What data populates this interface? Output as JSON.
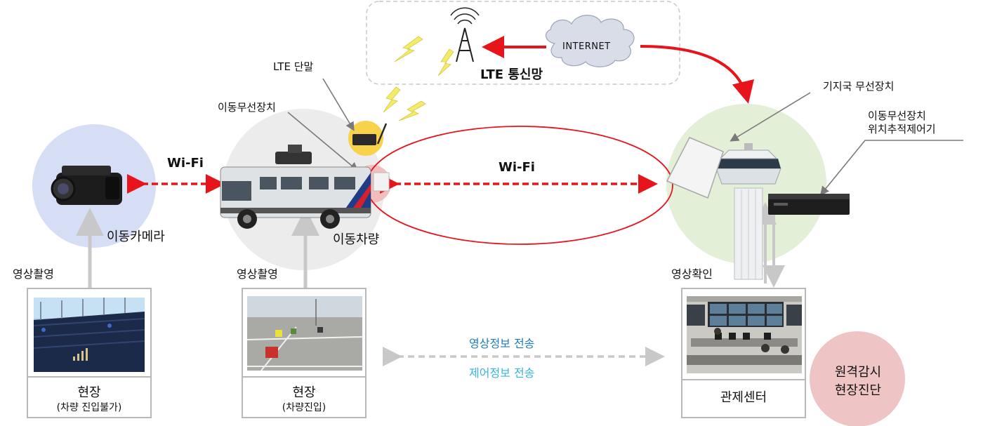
{
  "network": {
    "lte_network": "LTE 통신망",
    "internet": "INTERNET",
    "lte_terminal": "LTE 단말",
    "mobile_radio": "이동무선장치",
    "base_station_radio": "기지국 무선장치",
    "tracking_controller": "이동무선장치\n위치추적제어기"
  },
  "links": {
    "wifi_left": "Wi-Fi",
    "wifi_center": "Wi-Fi",
    "video_transfer": "영상정보 전송",
    "control_transfer": "제어정보 전송"
  },
  "nodes": {
    "mobile_camera": "이동카메라",
    "mobile_vehicle": "이동차량",
    "shoot_left": "영상촬영",
    "shoot_center": "영상촬영",
    "confirm": "영상확인"
  },
  "cards": {
    "site1_title": "현장",
    "site1_sub": "(차량 진입불가)",
    "site2_title": "현장",
    "site2_sub": "(차량진입)",
    "control_center": "관제센터"
  },
  "bubble": {
    "line1": "원격감시",
    "line2": "현장진단"
  },
  "colors": {
    "red_arrow": "#e8141b",
    "gray_arrow": "#c8c8c8",
    "camera_circle": "#d6def5",
    "vehicle_circle": "#ececec",
    "tower_circle": "#e3efd6",
    "bubble_pink": "#efc4c4",
    "lte_yellow": "#f7d24a",
    "text_blue": "#1f7bc0",
    "text_cyan": "#35b3e5"
  }
}
